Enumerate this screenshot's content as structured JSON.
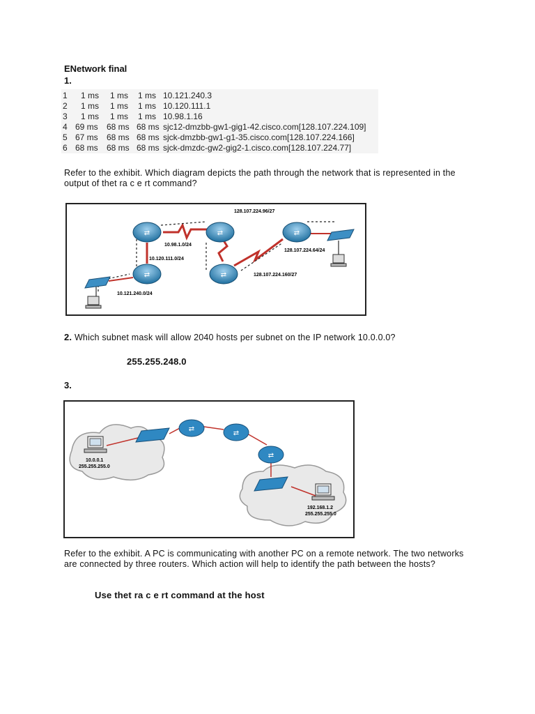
{
  "doc": {
    "title": "ENetwork final",
    "questions": [
      {
        "number": "1.",
        "traceroute": [
          {
            "hop": "1",
            "t1": "1 ms",
            "t2": "1 ms",
            "t3": "1 ms",
            "host": "10.121.240.3"
          },
          {
            "hop": "2",
            "t1": "1 ms",
            "t2": "1 ms",
            "t3": "1 ms",
            "host": "10.120.111.1"
          },
          {
            "hop": "3",
            "t1": "1 ms",
            "t2": "1 ms",
            "t3": "1 ms",
            "host": "10.98.1.16"
          },
          {
            "hop": "4",
            "t1": "69 ms",
            "t2": "68 ms",
            "t3": "68 ms",
            "host": "sjc12-dmzbb-gw1-gig1-42.cisco.com[128.107.224.109]"
          },
          {
            "hop": "5",
            "t1": "67 ms",
            "t2": "68 ms",
            "t3": "68 ms",
            "host": "sjck-dmzbb-gw1-g1-35.cisco.com[128.107.224.166]"
          },
          {
            "hop": "6",
            "t1": "68 ms",
            "t2": "68 ms",
            "t3": "68 ms",
            "host": "sjck-dmzdc-gw2-gig2-1.cisco.com[128.107.224.77]"
          }
        ],
        "text": "Refer to the exhibit. Which diagram depicts the path through the network that is represented in the output of thet ra c e rt command?",
        "diagram_labels": {
          "net_top": "128.107.224.96/27",
          "net_a": "10.98.1.0/24",
          "net_b": "10.120.111.0/24",
          "net_c": "10.121.240.0/24",
          "net_d": "128.107.224.64/24",
          "net_e": "128.107.224.160/27"
        }
      },
      {
        "number": "2.",
        "text": "Which subnet mask will allow 2040 hosts per subnet on the IP network 10.0.0.0?",
        "answer": "255.255.248.0"
      },
      {
        "number": "3.",
        "diagram_labels": {
          "host1_ip": "10.0.0.1",
          "host1_mask": "255.255.255.0",
          "host2_ip": "192.168.1.2",
          "host2_mask": "255.255.255.0"
        },
        "text": "Refer to the exhibit. A PC is communicating with another PC on a remote network. The two networks are connected by three routers. Which action will help to identify the path between the hosts?",
        "answer": "Use thet ra c e rt command at the host"
      }
    ]
  }
}
